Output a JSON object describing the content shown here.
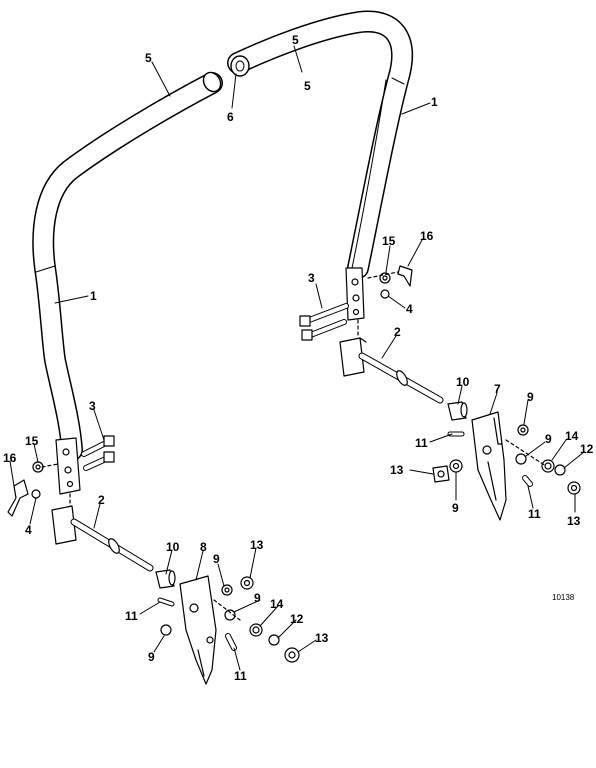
{
  "figure": {
    "number": "10138",
    "callouts": [
      "1",
      "1",
      "2",
      "2",
      "3",
      "3",
      "4",
      "4",
      "5",
      "5",
      "6",
      "7",
      "8",
      "9",
      "9",
      "9",
      "9",
      "9",
      "9",
      "10",
      "10",
      "11",
      "11",
      "11",
      "11",
      "12",
      "12",
      "13",
      "13",
      "13",
      "13",
      "14",
      "14",
      "15",
      "15",
      "16",
      "16"
    ]
  },
  "colors": {
    "ink": "#000000",
    "part_fill": "#ffffff",
    "shade": "#d8d8d8"
  }
}
